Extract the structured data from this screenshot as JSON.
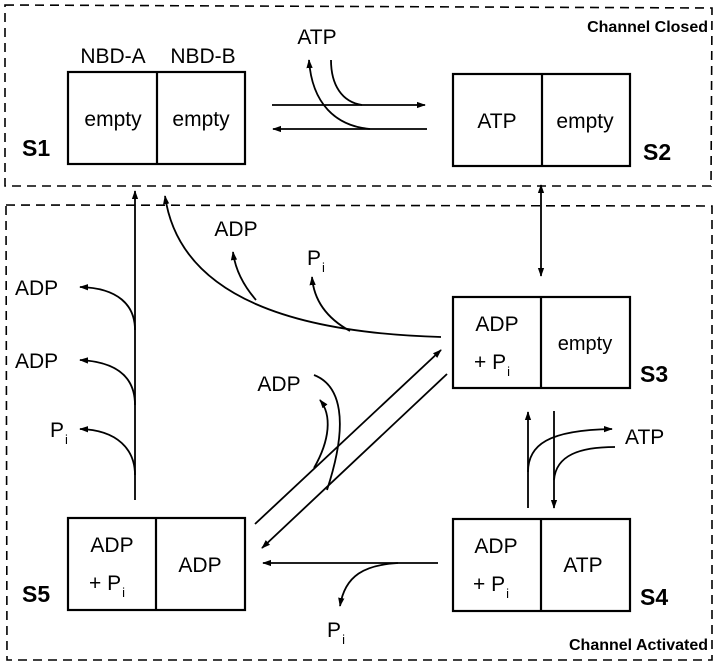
{
  "regions": {
    "closed": "Channel Closed",
    "activated": "Channel Activated"
  },
  "headers": {
    "nbd_a": "NBD-A",
    "nbd_b": "NBD-B"
  },
  "states": [
    {
      "id": "S1",
      "nbd_a": "empty",
      "nbd_b": "empty"
    },
    {
      "id": "S2",
      "nbd_a": "ATP",
      "nbd_b": "empty"
    },
    {
      "id": "S3",
      "nbd_a_line1": "ADP",
      "nbd_a_line2": "+ P",
      "nbd_a_sub": "i",
      "nbd_b": "empty"
    },
    {
      "id": "S4",
      "nbd_a_line1": "ADP",
      "nbd_a_line2": "+ P",
      "nbd_a_sub": "i",
      "nbd_b": "ATP"
    },
    {
      "id": "S5",
      "nbd_a_line1": "ADP",
      "nbd_a_line2": "+ P",
      "nbd_a_sub": "i",
      "nbd_b": "ADP"
    }
  ],
  "ligands": {
    "s1_s2_atp": "ATP",
    "s3_s1_adp": "ADP",
    "s3_s1_pi": "P",
    "s3_s1_pi_sub": "i",
    "s3_s4_atp": "ATP",
    "s3_s5_adp": "ADP",
    "s4_s5_pi": "P",
    "s4_s5_pi_sub": "i",
    "s5_s1_adp1": "ADP",
    "s5_s1_adp2": "ADP",
    "s5_s1_pi": "P",
    "s5_s1_pi_sub": "i"
  }
}
